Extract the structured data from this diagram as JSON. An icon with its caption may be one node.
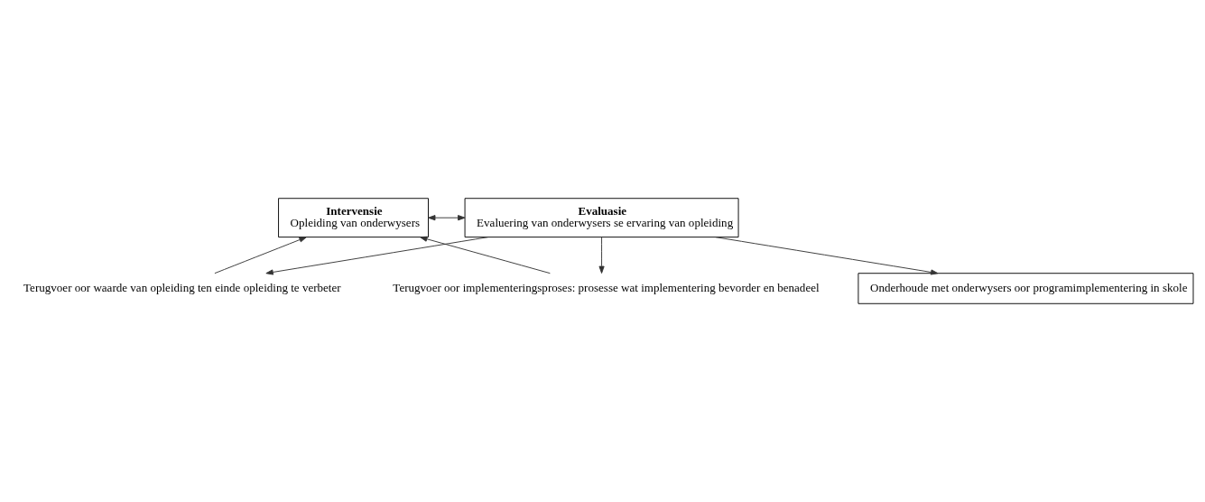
{
  "diagram": {
    "nodes": [
      {
        "text": [
          "Intervensie",
          "Opleiding van onderwysers"
        ]
      },
      {
        "text": [
          "Evaluasie",
          "Evaluering van onderwysers se ervaring van opleiding"
        ]
      },
      {
        "text": [
          "Terugvoer oor waarde van opleiding ten einde opleiding te verbeter"
        ]
      },
      {
        "text": [
          "Onderhoude met onderwysers oor programimplementering in skole"
        ]
      },
      {
        "text": [
          "Terugvoer oor implementeringsproses: prosesse wat implementering bevorder en benadeel"
        ]
      }
    ],
    "edges": [
      {
        "from": 0,
        "to": 1,
        "arrow": "both"
      },
      {
        "from": 1,
        "to": 2,
        "arrow": "to"
      },
      {
        "from": 2,
        "to": 0,
        "arrow": "to"
      },
      {
        "from": 1,
        "to": 3,
        "arrow": "to"
      },
      {
        "from": 1,
        "to": 4,
        "arrow": "to"
      },
      {
        "from": 4,
        "to": 0,
        "arrow": "to"
      }
    ]
  }
}
